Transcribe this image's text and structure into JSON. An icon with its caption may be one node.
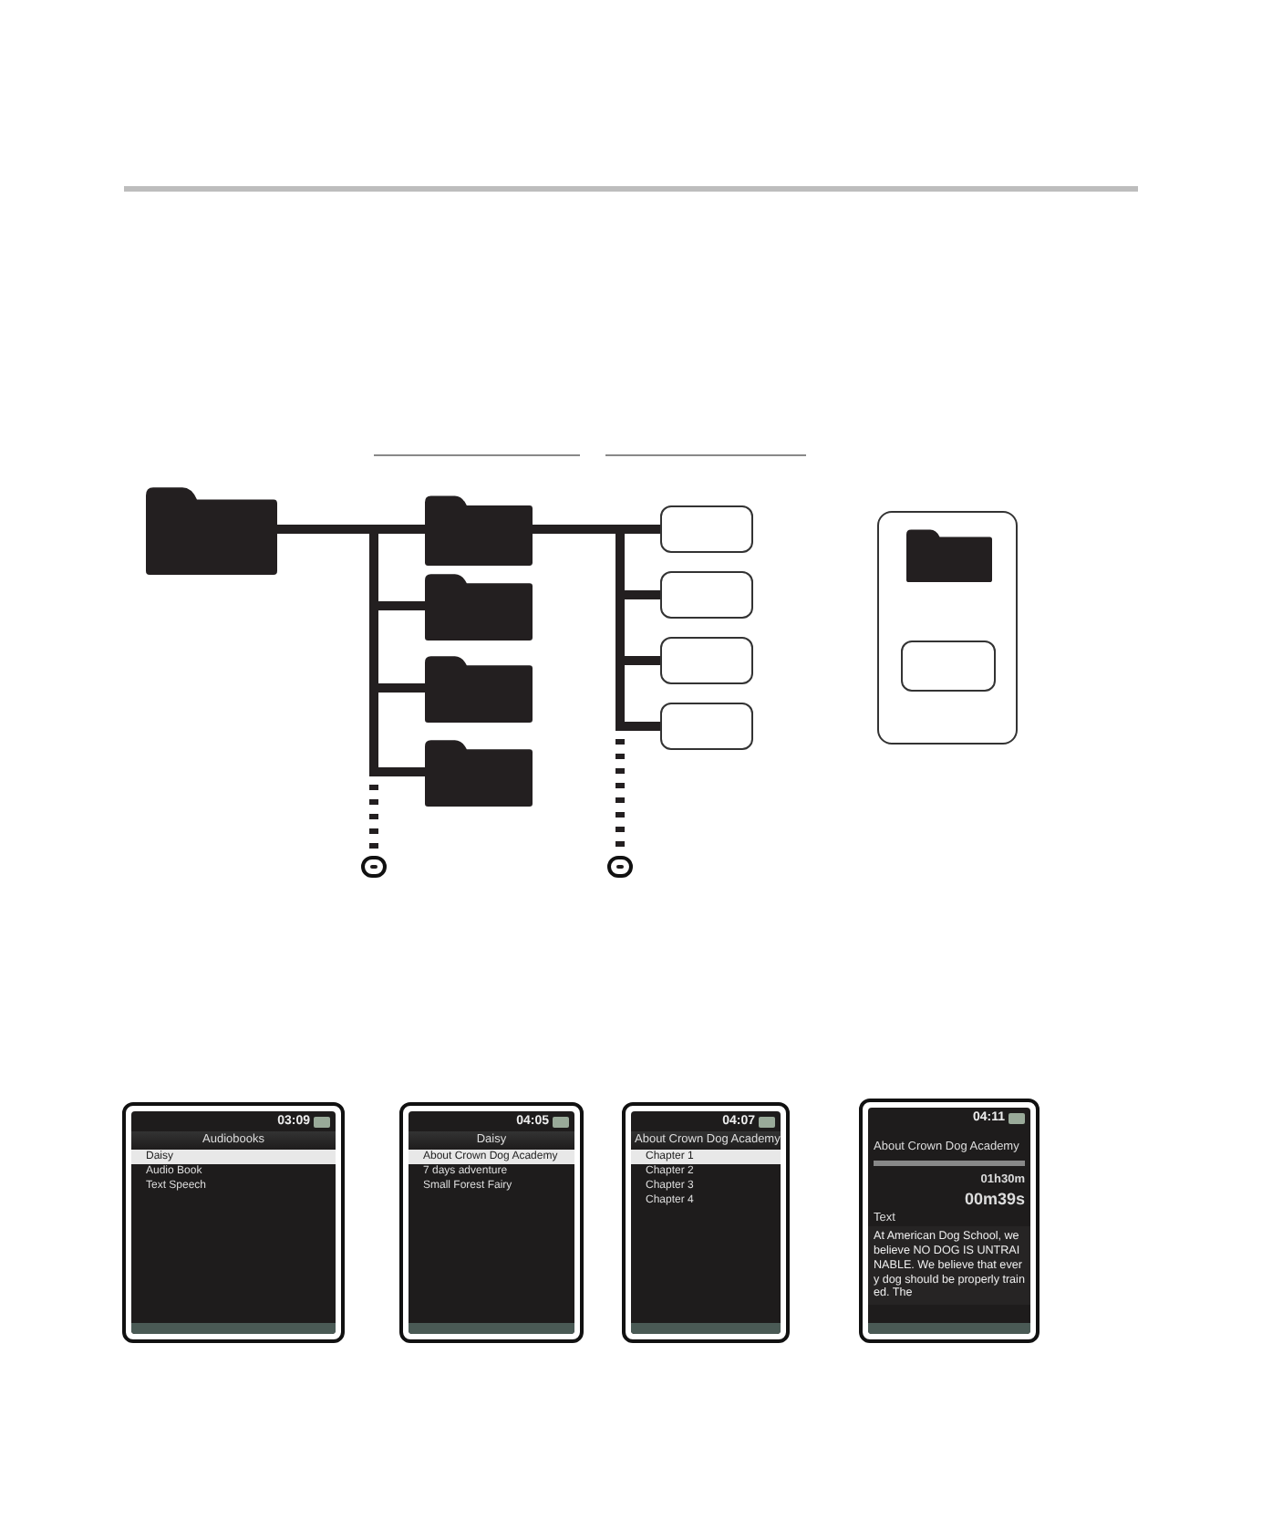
{
  "diagram": {
    "nodes": [
      {
        "text": [],
        "shape": "folder"
      },
      {
        "text": [],
        "shape": "folder"
      },
      {
        "text": [],
        "shape": "folder"
      },
      {
        "text": [],
        "shape": "folder"
      },
      {
        "text": [],
        "shape": "folder"
      },
      {
        "text": [],
        "shape": "box"
      },
      {
        "text": [],
        "shape": "box"
      },
      {
        "text": [],
        "shape": "box"
      },
      {
        "text": [],
        "shape": "box"
      },
      {
        "text": [],
        "shape": "box"
      },
      {
        "text": [],
        "shape": "folder",
        "in": 9
      },
      {
        "text": [],
        "shape": "box",
        "in": 9
      },
      {
        "text": [
          "03:09",
          "Audiobooks",
          "Daisy",
          "Audio Book",
          "Text Speech"
        ]
      },
      {
        "text": [
          "04:05",
          "Daisy",
          "About Crown Dog Academy",
          "7 days adventure",
          "Small Forest Fairy"
        ]
      },
      {
        "text": [
          "04:07",
          "About Crown Dog Academy",
          "Chapter 1",
          "Chapter 2",
          "Chapter 3",
          "Chapter 4"
        ]
      },
      {
        "text": [
          "04:11",
          "About Crown Dog Academy",
          "01h30m",
          "00m39s",
          "Text",
          "At American Dog School, we believe NO DOG IS UNTRAINABLE. We believe that every dog should be properly trained. The"
        ]
      },
      {
        "text": [],
        "shape": "break"
      },
      {
        "text": [],
        "shape": "break"
      }
    ],
    "edges": [
      {
        "from": 0,
        "to": 1,
        "arrow": "none"
      },
      {
        "from": 0,
        "to": 2,
        "arrow": "none"
      },
      {
        "from": 0,
        "to": 3,
        "arrow": "none"
      },
      {
        "from": 0,
        "to": 4,
        "arrow": "none"
      },
      {
        "from": 0,
        "to": 16,
        "arrow": "none",
        "style": "dashed"
      },
      {
        "from": 1,
        "to": 5,
        "arrow": "none"
      },
      {
        "from": 1,
        "to": 6,
        "arrow": "none"
      },
      {
        "from": 1,
        "to": 7,
        "arrow": "none"
      },
      {
        "from": 1,
        "to": 8,
        "arrow": "none"
      },
      {
        "from": 1,
        "to": 17,
        "arrow": "none",
        "style": "dashed"
      }
    ]
  }
}
